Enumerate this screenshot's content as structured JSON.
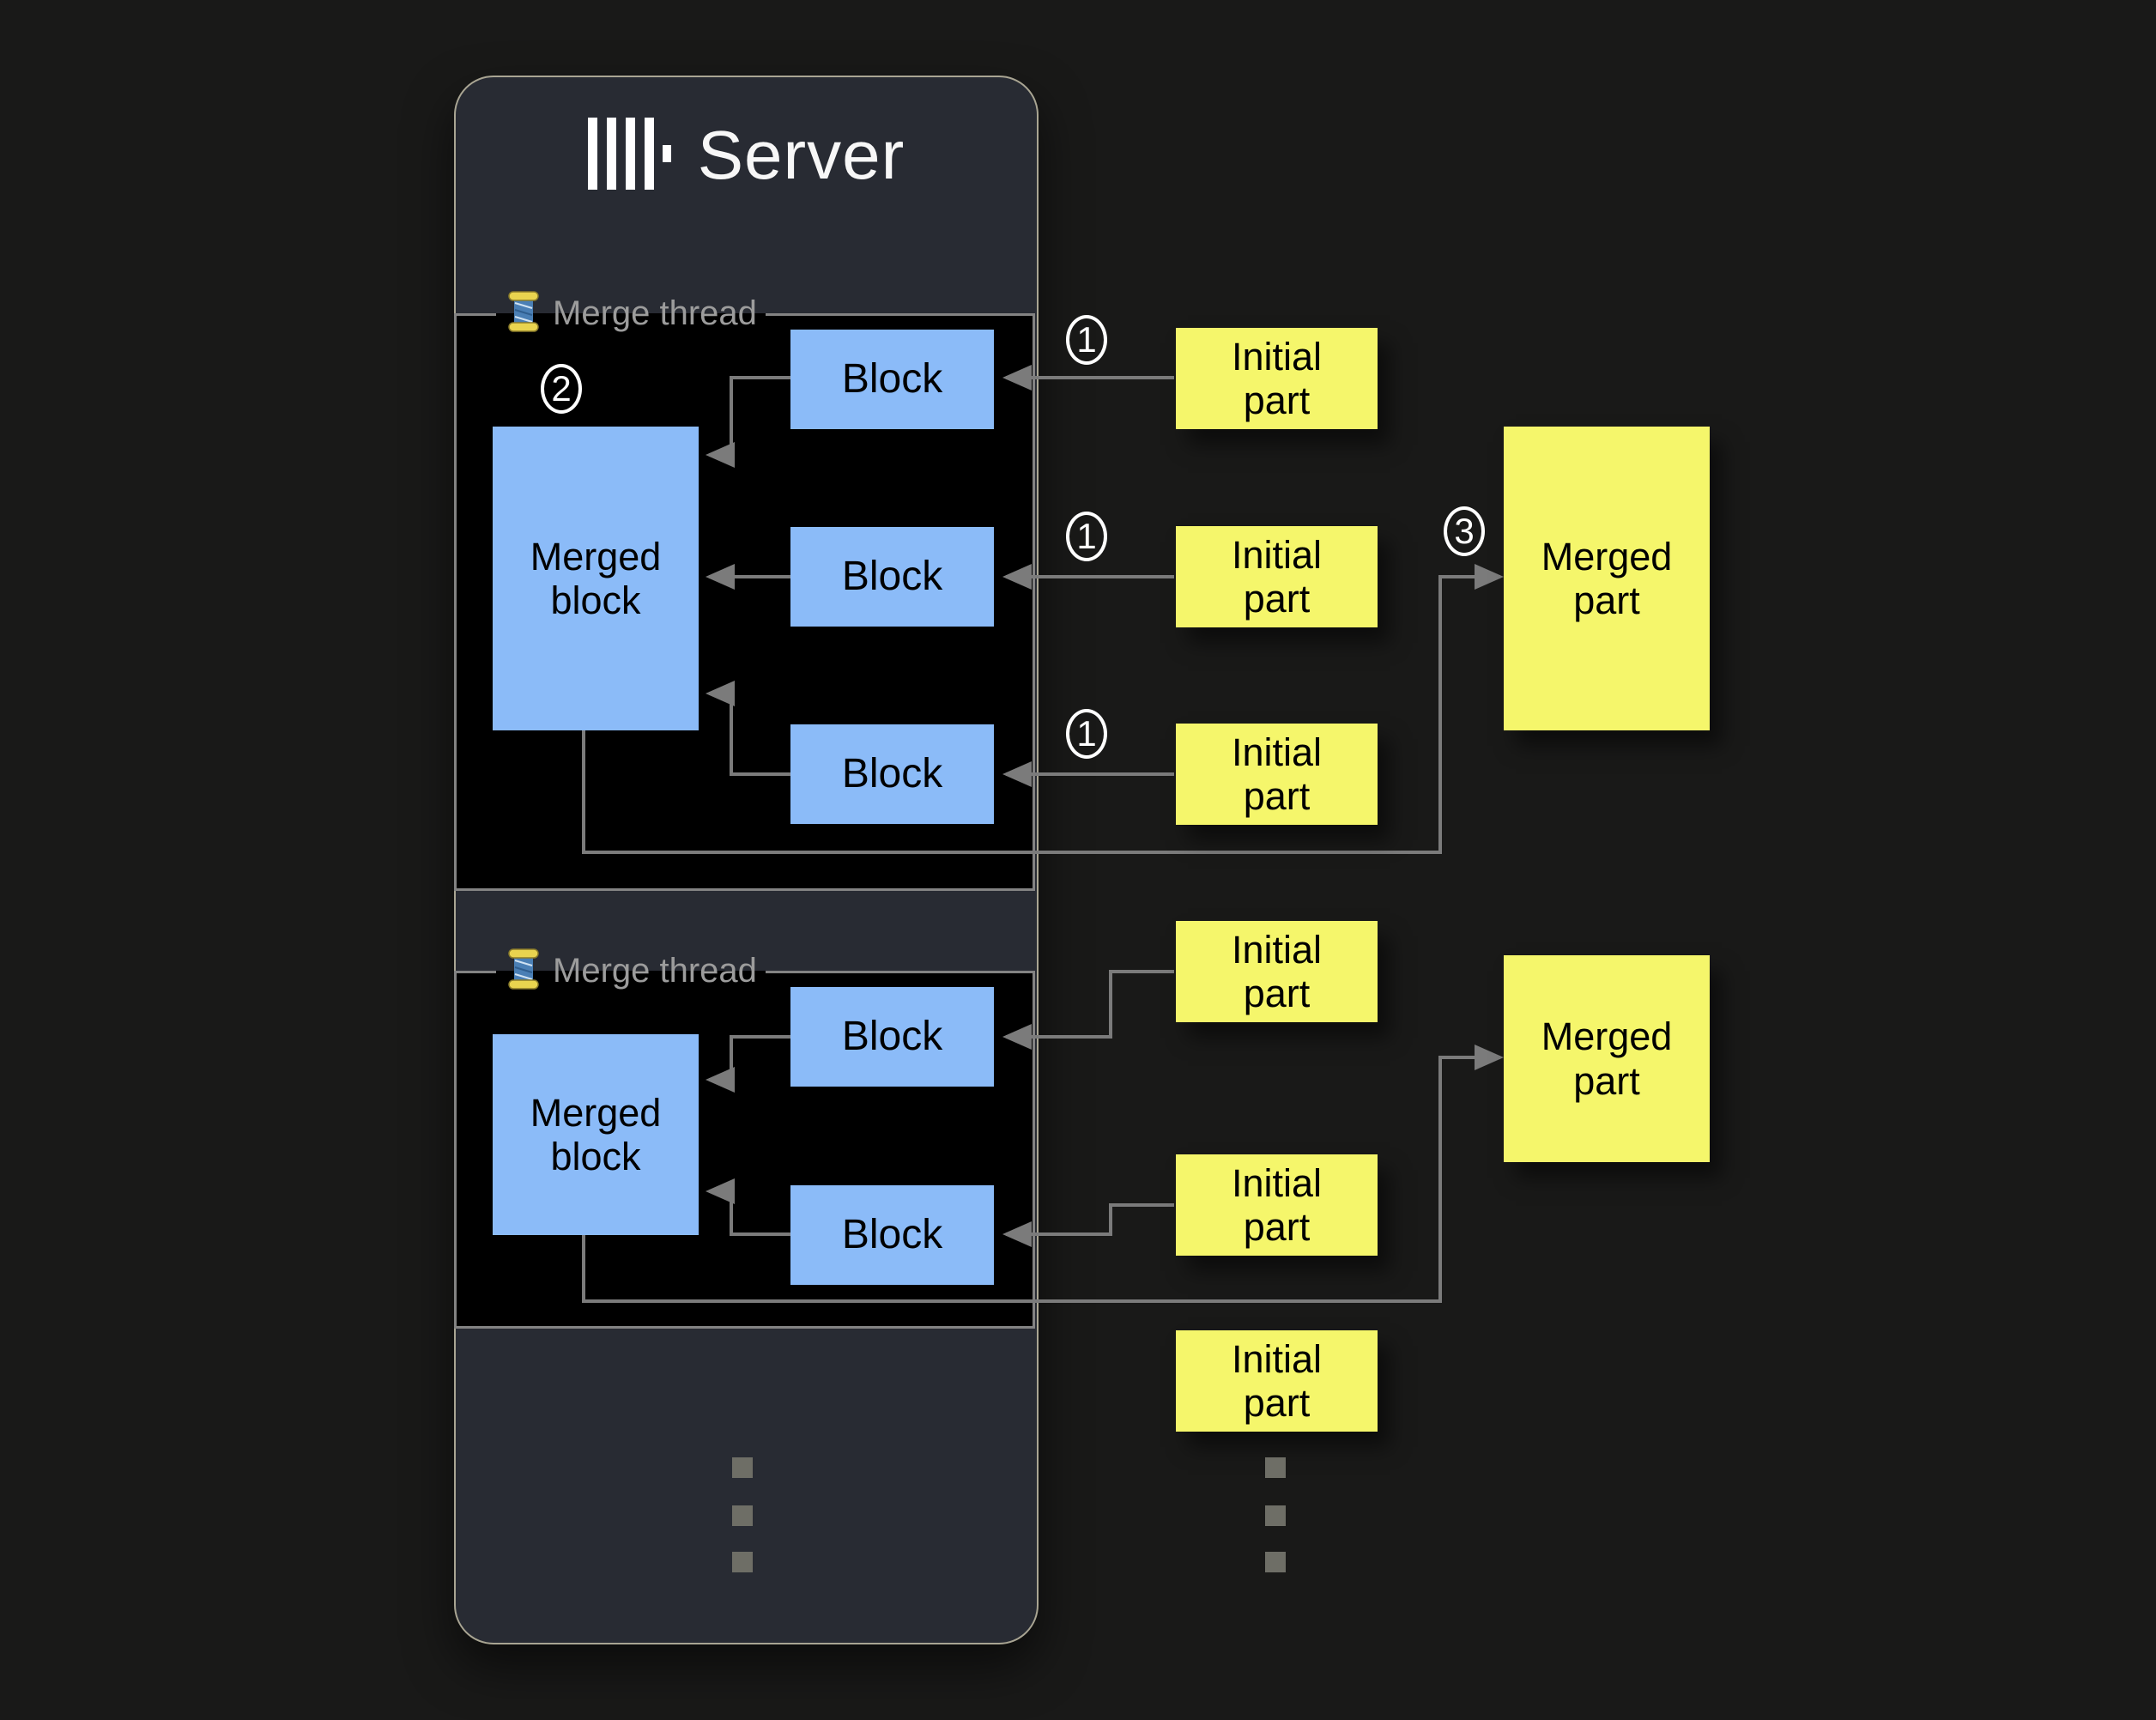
{
  "server": {
    "title": "Server",
    "logo": "clickhouse-logo"
  },
  "threads": [
    {
      "icon": "thread-spool-icon",
      "label": "Merge thread"
    },
    {
      "icon": "thread-spool-icon",
      "label": "Merge thread"
    }
  ],
  "labels": {
    "block": "Block",
    "merged_block_line1": "Merged",
    "merged_block_line2": "block",
    "initial_part_line1": "Initial",
    "initial_part_line2": "part",
    "merged_part_line1": "Merged",
    "merged_part_line2": "part"
  },
  "steps": {
    "initial": "1",
    "merge_blocks": "2",
    "merged_part": "3"
  },
  "colors": {
    "bg": "#191918",
    "panel": "#282b33",
    "panel-border": "#a9a593",
    "black": "#000000",
    "blue": "#8bbbf8",
    "yellow": "#f5f66b",
    "line": "#7b7b7b",
    "muted": "#9c9c9c",
    "light": "#f7f7f7"
  }
}
